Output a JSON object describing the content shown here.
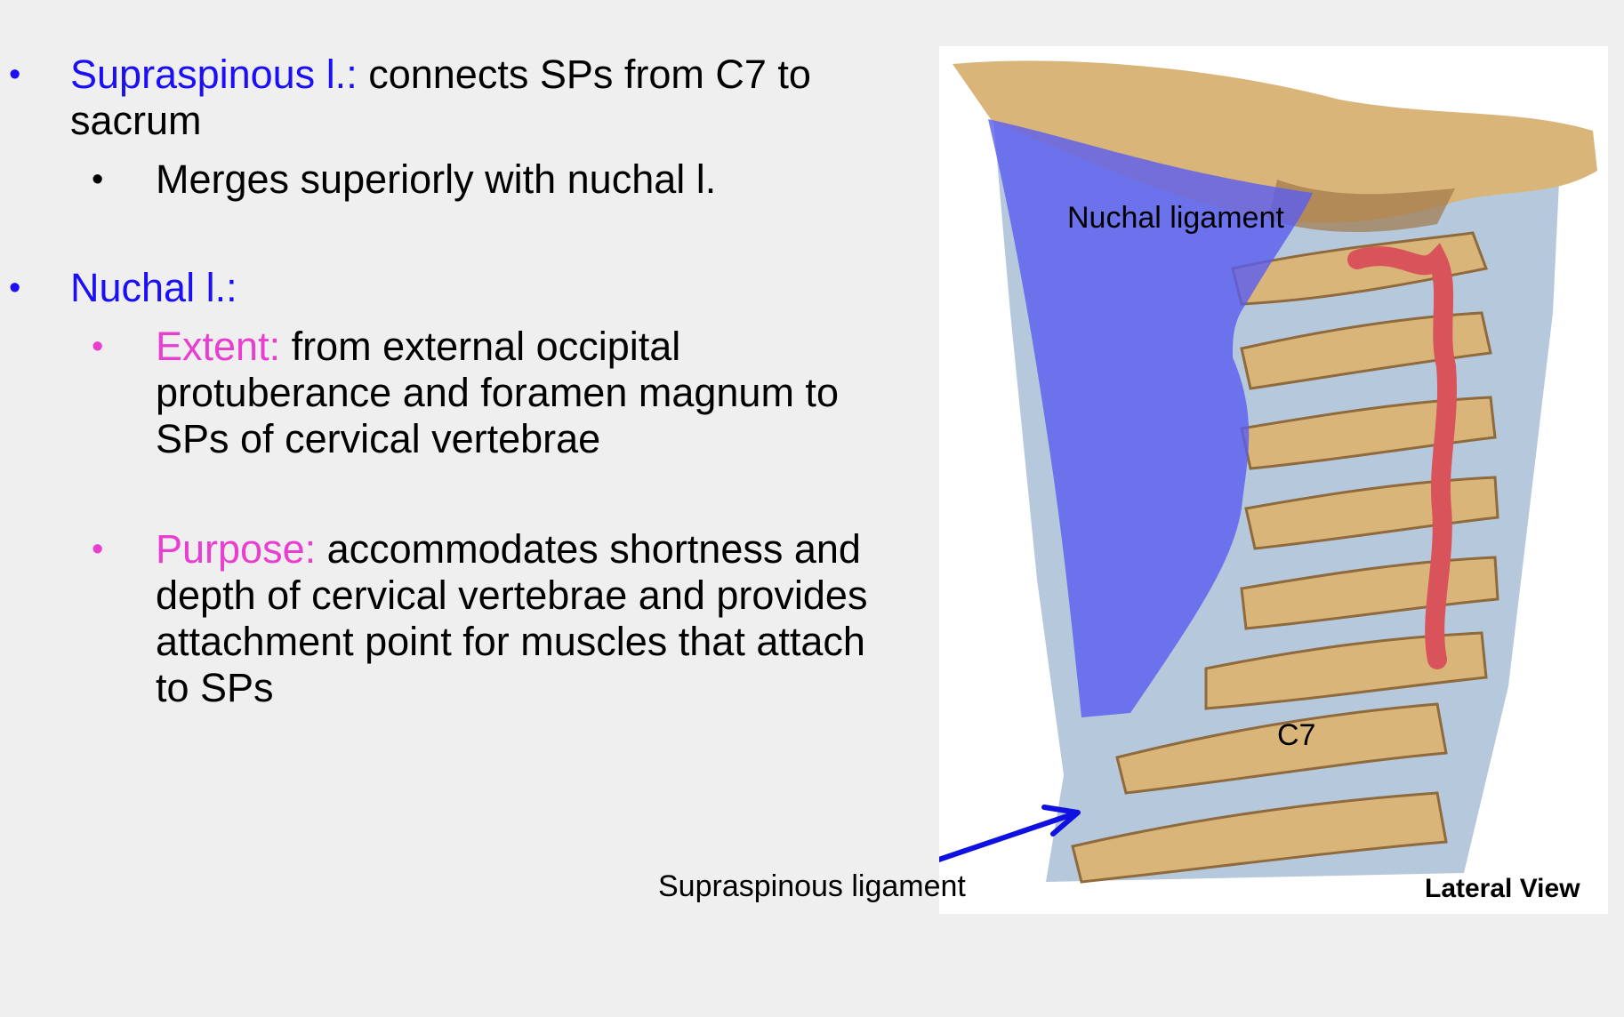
{
  "slide": {
    "bullets": [
      {
        "level": 1,
        "term": "Supraspinous l.:",
        "term_color": "#1a0ff5",
        "text": " connects SPs from C7 to sacrum",
        "children": [
          {
            "level": 2,
            "text": "Merges superiorly with nuchal l."
          }
        ]
      },
      {
        "level": 1,
        "term": "Nuchal l.:",
        "term_color": "#1a0ff5",
        "text": "",
        "children": [
          {
            "level": 2,
            "term": "Extent:",
            "term_color": "#e83fd1",
            "text": " from external occipital protuberance and foramen magnum to SPs of cervical vertebrae"
          },
          {
            "level": 2,
            "term": "Purpose:",
            "term_color": "#e83fd1",
            "text": " accommodates shortness and depth of cervical vertebrae and provides attachment point for muscles that attach to SPs"
          }
        ]
      }
    ]
  },
  "figure": {
    "labels": {
      "nuchal": "Nuchal ligament",
      "c7": "C7",
      "supraspinous": "Supraspinous ligament",
      "view": "Lateral View"
    },
    "colors": {
      "nuchal_highlight": "#5a5cf0",
      "arrow": "#1010e0",
      "bone": "#d9b57a",
      "ligament": "#a9bfd6",
      "artery": "#d9545a"
    },
    "arrow_icon": "arrow-up-right-icon"
  }
}
